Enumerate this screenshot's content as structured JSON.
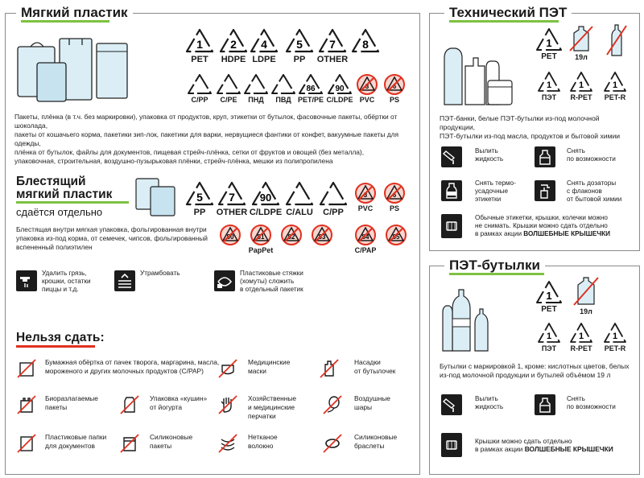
{
  "soft_plastic": {
    "title": "Мягкий пластик",
    "row1": [
      {
        "num": "1",
        "label": "PET",
        "crossed": false
      },
      {
        "num": "2",
        "label": "HDPE",
        "crossed": false
      },
      {
        "num": "4",
        "label": "LDPE",
        "crossed": false
      },
      {
        "num": "5",
        "label": "PP",
        "crossed": false
      },
      {
        "num": "7",
        "label": "OTHER",
        "crossed": false
      },
      {
        "num": "8",
        "label": "",
        "crossed": false
      }
    ],
    "row2": [
      {
        "num": "",
        "label": "C/PP",
        "crossed": false
      },
      {
        "num": "",
        "label": "C/PE",
        "crossed": false
      },
      {
        "num": "",
        "label": "ПНД",
        "crossed": false
      },
      {
        "num": "",
        "label": "ПВД",
        "crossed": false
      },
      {
        "num": "86",
        "label": "PET/PE",
        "crossed": false
      },
      {
        "num": "90",
        "label": "C/LDPE",
        "crossed": false
      },
      {
        "num": "3",
        "label": "PVC",
        "crossed": true
      },
      {
        "num": "6",
        "label": "PS",
        "crossed": true
      }
    ],
    "desc_lines": [
      "Пакеты, плёнка (в т.ч. без маркировки), упаковка от продуктов, круп, этикетки от бутылок, фасовочные пакеты, обёртки от шоколада,",
      "пакеты от кошачьего корма, пакетики зип-лок, пакетики для варки, нервущиеся фантики от конфет, вакуумные пакеты для одежды,",
      "плёнка от бутылок, файлы для документов, пищевая стрейч-плёнка, сетки от фруктов и овощей (без металла),",
      "упаковочная, строительная, воздушно-пузырьковая плёнки, стрейч-плёнка, мешки из полипропилена"
    ]
  },
  "shiny_plastic": {
    "title_line1": "Блестящий",
    "title_line2": "мягкий пластик",
    "subtitle": "сдаётся отдельно",
    "row1": [
      {
        "num": "5",
        "label": "PP",
        "crossed": false
      },
      {
        "num": "7",
        "label": "OTHER",
        "crossed": false
      },
      {
        "num": "90",
        "label": "C/LDPE",
        "crossed": false
      },
      {
        "num": "",
        "label": "C/ALU",
        "crossed": false
      },
      {
        "num": "",
        "label": "C/PP",
        "crossed": false
      },
      {
        "num": "3",
        "label": "PVC",
        "crossed": true
      },
      {
        "num": "6",
        "label": "PS",
        "crossed": true
      }
    ],
    "row2": [
      {
        "num": "80",
        "label": "",
        "crossed": true
      },
      {
        "num": "81",
        "label": "PapPet",
        "crossed": true
      },
      {
        "num": "82",
        "label": "",
        "crossed": true
      },
      {
        "num": "83",
        "label": "",
        "crossed": true
      },
      {
        "num": "84",
        "label": "C/PAP",
        "crossed": true
      },
      {
        "num": "85",
        "label": "",
        "crossed": true
      }
    ],
    "desc_lines": [
      "Блестящая внутри мягкая упаковка, фольгированная внутри",
      "упаковка из-под корма, от семечек, чипсов, фольгированный",
      "вспененный полиэтилен"
    ]
  },
  "instructions": [
    {
      "icon": "faucet-icon",
      "lines": [
        "Удалить грязь,",
        "крошки, остатки",
        "пиццы и т.д."
      ]
    },
    {
      "icon": "compress-icon",
      "lines": [
        "Утрамбовать"
      ]
    },
    {
      "icon": "cable-tie-icon",
      "lines": [
        "Пластиковые стяжки",
        "(хомуты) сложить",
        "в отдельный пакетик"
      ]
    }
  ],
  "not_accepted": {
    "title": "Нельзя сдать:",
    "items": [
      {
        "icon": "paper-wrapper-icon",
        "lines": [
          "Бумажная обёртка от пачек творога, маргарина, масла,",
          "мороженого и других молочных продуктов (C/PAP)"
        ]
      },
      {
        "icon": "medical-mask-icon",
        "lines": [
          "Медицинские",
          "маски"
        ]
      },
      {
        "icon": "bottle-nozzle-icon",
        "lines": [
          "Насадки",
          "от бутылочек"
        ]
      },
      {
        "icon": "bio-bag-icon",
        "lines": [
          "Биоразлагаемые",
          "пакеты"
        ]
      },
      {
        "icon": "squeeze-pouch-icon",
        "lines": [
          "Упаковка «кушин»",
          "от йогурта"
        ]
      },
      {
        "icon": "glove-icon",
        "lines": [
          "Хозяйственные",
          "и медицинские",
          "перчатки"
        ]
      },
      {
        "icon": "balloon-icon",
        "lines": [
          "Воздушные",
          "шары"
        ]
      },
      {
        "icon": "document-folder-icon",
        "lines": [
          "Пластиковые папки",
          "для документов"
        ]
      },
      {
        "icon": "silicone-bag-icon",
        "lines": [
          "Силиконовые",
          "пакеты"
        ]
      },
      {
        "icon": "nonwoven-icon",
        "lines": [
          "Нетканое",
          "волокно"
        ]
      },
      {
        "icon": "bracelet-icon",
        "lines": [
          "Силиконовые",
          "браслеты"
        ]
      }
    ]
  },
  "tech_pet": {
    "title": "Технический ПЭТ",
    "row1": [
      {
        "num": "1",
        "label": "PET",
        "crossed": false
      },
      {
        "num": "",
        "label": "19л",
        "crossed": true,
        "kind": "jug"
      },
      {
        "num": "",
        "label": "",
        "crossed": true,
        "kind": "bottle"
      }
    ],
    "row2": [
      {
        "num": "1",
        "label": "ПЭТ",
        "crossed": false
      },
      {
        "num": "1",
        "label": "R-PET",
        "crossed": false
      },
      {
        "num": "1",
        "label": "PET-R",
        "crossed": false
      }
    ],
    "desc_lines": [
      "ПЭТ-банки, белые ПЭТ-бутылки из-под молочной продукции,",
      "ПЭТ-бутылки из-под масла, продуктов и бытовой химии"
    ],
    "instructions": [
      {
        "icon": "pour-liquid-icon",
        "lines": [
          "Вылить",
          "жидкость"
        ]
      },
      {
        "icon": "peel-label-icon",
        "lines": [
          "Снять",
          "по возможности"
        ]
      },
      {
        "icon": "shrink-sleeve-icon",
        "lines": [
          "Снять термо-",
          "усадочные",
          "этикетки"
        ]
      },
      {
        "icon": "dispenser-icon",
        "lines": [
          "Снять дозаторы",
          "с флаконов",
          "от бытовой химии"
        ]
      }
    ],
    "caps_lines": [
      "Обычные этикетки, крышки, колечки можно",
      "не снимать. Крышки можно сдать отдельно",
      "в рамках акции "
    ],
    "caps_bold": "ВОЛШЕБНЫЕ КРЫШЕЧКИ"
  },
  "pet_bottles": {
    "title": "ПЭТ-бутылки",
    "row1": [
      {
        "num": "1",
        "label": "PET",
        "crossed": false
      },
      {
        "num": "",
        "label": "19л",
        "crossed": true,
        "kind": "jug"
      }
    ],
    "row2": [
      {
        "num": "1",
        "label": "ПЭТ",
        "crossed": false
      },
      {
        "num": "1",
        "label": "R-PET",
        "crossed": false
      },
      {
        "num": "1",
        "label": "PET-R",
        "crossed": false
      }
    ],
    "desc_lines": [
      "Бутылки с маркировкой 1, кроме: кислотных цветов, белых",
      "из-под молочной продукции и бутылей объёмом 19 л"
    ],
    "instructions": [
      {
        "icon": "pour-liquid-icon",
        "lines": [
          "Вылить",
          "жидкость"
        ]
      },
      {
        "icon": "peel-label-icon",
        "lines": [
          "Снять",
          "по возможности"
        ]
      }
    ],
    "caps_lines": [
      "Крышки можно сдать отдельно",
      "в рамках акции "
    ],
    "caps_bold": "ВОЛШЕБНЫЕ КРЫШЕЧКИ"
  },
  "colors": {
    "accent_green": "#7dc242",
    "accent_red": "#e1301f",
    "border": "#8a8a8a",
    "icon_dark": "#1c1c1c"
  }
}
